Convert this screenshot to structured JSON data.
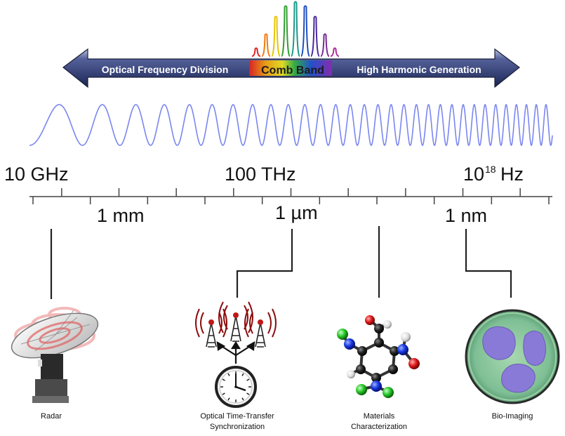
{
  "spectrum_arrow": {
    "left_label": "Optical Frequency Division",
    "center_label": "Comb Band",
    "right_label": "High Harmonic Generation"
  },
  "comb_colors": [
    "#e02020",
    "#f07a10",
    "#e8c400",
    "#30a030",
    "#1a9a8a",
    "#2050c0",
    "#4a2aa0",
    "#7a2a9a",
    "#b02a9a"
  ],
  "frequency_labels": {
    "low": "10 GHz",
    "mid": "100 THz",
    "high_base": "10",
    "high_exp": "18",
    "high_unit": "Hz"
  },
  "wavelength_labels": {
    "a": "1 mm",
    "b": "1 µm",
    "c": "1 nm"
  },
  "applications": [
    {
      "label_lines": [
        "Radar"
      ],
      "icon": "radar-dish-icon"
    },
    {
      "label_lines": [
        "Optical Time-Transfer",
        "Synchronization"
      ],
      "icon": "radio-towers-clock-icon"
    },
    {
      "label_lines": [
        "Materials",
        "Characterization"
      ],
      "icon": "molecule-icon"
    },
    {
      "label_lines": [
        "Bio-Imaging"
      ],
      "icon": "cell-micrograph-icon"
    }
  ],
  "colors": {
    "arrow_fill": "#3d4a7e",
    "wave": "#7a86f0",
    "scale_line": "#444444"
  }
}
